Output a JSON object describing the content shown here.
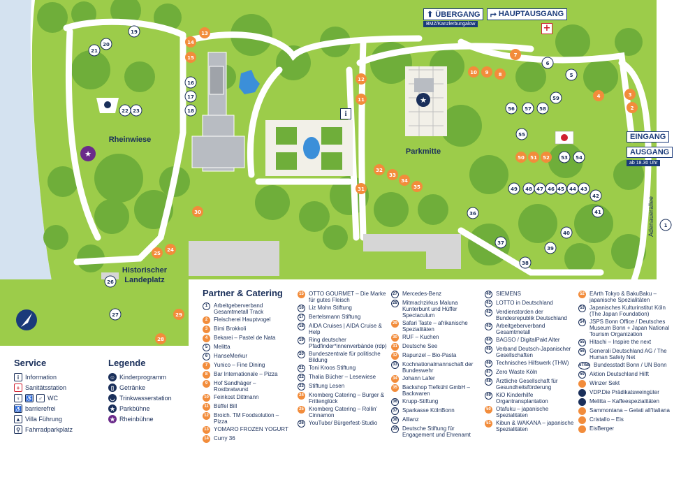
{
  "map": {
    "areas": {
      "rheinwiese": "Rheinwiese",
      "parkmitte": "Parkmitte",
      "landeplatz_1": "Historischer",
      "landeplatz_2": "Landeplatz"
    },
    "street": "Adenauerallee",
    "signs": {
      "uebergang": "ÜBERGANG",
      "uebergang_sub": "BMZ/Kanzlerbungalow",
      "hauptausgang": "HAUPTAUSGANG",
      "eingang": "EINGANG",
      "ausgang": "AUSGANG",
      "ausgang_sub": "ab 18.30 Uhr"
    },
    "markers": {
      "orange": [
        "13",
        "14",
        "15",
        "12",
        "11",
        "30",
        "29",
        "28",
        "31",
        "32",
        "33",
        "34",
        "35",
        "25",
        "24",
        "10",
        "9",
        "8",
        "7",
        "4",
        "3",
        "2",
        "50",
        "51",
        "52"
      ],
      "white": [
        "19",
        "20",
        "21",
        "16",
        "17",
        "18",
        "22",
        "23",
        "27",
        "26",
        "36",
        "37",
        "38",
        "39",
        "40",
        "41",
        "42",
        "43",
        "44",
        "45",
        "46",
        "47",
        "48",
        "49",
        "53",
        "54",
        "55",
        "56",
        "57",
        "58",
        "59",
        "6",
        "5",
        "1"
      ]
    }
  },
  "service": {
    "title": "Service",
    "items": [
      {
        "icon": "i",
        "label": "Information"
      },
      {
        "icon": "+",
        "label": "Sanitätsstation"
      },
      {
        "icon": "wc",
        "label": "WC"
      },
      {
        "icon": "♿",
        "label": "barrierefrei"
      },
      {
        "icon": "▲",
        "label": "Villa Führung"
      },
      {
        "icon": "⚲",
        "label": "Fahrradparkplatz"
      }
    ]
  },
  "legende": {
    "title": "Legende",
    "items": [
      {
        "label": "Kinderprogramm"
      },
      {
        "label": "Getränke"
      },
      {
        "label": "Trinkwasserstation"
      },
      {
        "label": "Parkbühne"
      },
      {
        "label": "Rheinbühne"
      }
    ]
  },
  "partner": {
    "title": "Partner & Catering",
    "col1": [
      {
        "n": "1",
        "t": "w",
        "label": "Arbeitgeberverband Gesamtmetall Track"
      },
      {
        "n": "2",
        "t": "o",
        "label": "Fleischerei Hauptvogel"
      },
      {
        "n": "3",
        "t": "o",
        "label": "Bimi Brokkoli"
      },
      {
        "n": "4",
        "t": "o",
        "label": "Bekarei – Pastel de Nata"
      },
      {
        "n": "5",
        "t": "w",
        "label": "Melitta"
      },
      {
        "n": "6",
        "t": "w",
        "label": "HanseMerkur"
      },
      {
        "n": "7",
        "t": "o",
        "label": "Yunico – Fine Dining"
      },
      {
        "n": "8",
        "t": "o",
        "label": "Bar Internationale – Pizza"
      },
      {
        "n": "9",
        "t": "o",
        "label": "Hof Sandhäger – Rostbratwurst"
      },
      {
        "n": "10",
        "t": "o",
        "label": "Feinkost Dittmann"
      },
      {
        "n": "11",
        "t": "o",
        "label": "Büffel Bill"
      },
      {
        "n": "12",
        "t": "o",
        "label": "Broich. TM Foodsolution – Pizza"
      },
      {
        "n": "13",
        "t": "o",
        "label": "YOMARO FROZEN YOGURT"
      },
      {
        "n": "14",
        "t": "o",
        "label": "Curry 36"
      }
    ],
    "col2": [
      {
        "n": "15",
        "t": "o",
        "label": "OTTO GOURMET – Die Marke für gutes Fleisch"
      },
      {
        "n": "16",
        "t": "w",
        "label": "Liz Mohn Stiftung"
      },
      {
        "n": "17",
        "t": "w",
        "label": "Bertelsmann Stiftung"
      },
      {
        "n": "18",
        "t": "w",
        "label": "AIDA Cruises | AIDA Cruise & Help"
      },
      {
        "n": "19",
        "t": "w",
        "label": "Ring deutscher Pfadfinder*innenverbände (rdp)"
      },
      {
        "n": "20",
        "t": "w",
        "label": "Bundeszentrale für politische Bildung"
      },
      {
        "n": "21",
        "t": "w",
        "label": "Toni Kroos Stiftung"
      },
      {
        "n": "22",
        "t": "w",
        "label": "Thalia Bücher – Lesewiese"
      },
      {
        "n": "23",
        "t": "w",
        "label": "Stiftung Lesen"
      },
      {
        "n": "24",
        "t": "o",
        "label": "Kromberg Catering – Burger & Frittenglück"
      },
      {
        "n": "25",
        "t": "o",
        "label": "Kromberg Catering – Rollin' Cinnamon"
      },
      {
        "n": "26",
        "t": "w",
        "label": "YouTube/ Bürgerfest-Studio"
      }
    ],
    "col3": [
      {
        "n": "27",
        "t": "w",
        "label": "Mercedes-Benz"
      },
      {
        "n": "28",
        "t": "w",
        "label": "Mitmachzirkus Maluna Kunterbunt und Hüffer Spectaculum"
      },
      {
        "n": "29",
        "t": "o",
        "label": "Safari Taste – afrikanische Spezialitäten"
      },
      {
        "n": "30",
        "t": "o",
        "label": "RUF – Kuchen"
      },
      {
        "n": "31",
        "t": "o",
        "label": "Deutsche See"
      },
      {
        "n": "32",
        "t": "o",
        "label": "Rapunzel – Bio-Pasta"
      },
      {
        "n": "33",
        "t": "w",
        "label": "Kochnationalmannschaft der Bundeswehr"
      },
      {
        "n": "34",
        "t": "o",
        "label": "Johann Lafer"
      },
      {
        "n": "35",
        "t": "o",
        "label": "Backshop Tiefkühl GmbH – Backwaren"
      },
      {
        "n": "36",
        "t": "w",
        "label": "Krupp-Stiftung"
      },
      {
        "n": "37",
        "t": "w",
        "label": "Sparkasse KölnBonn"
      },
      {
        "n": "38",
        "t": "w",
        "label": "Allianz"
      },
      {
        "n": "39",
        "t": "w",
        "label": "Deutsche Stiftung für Engagement und Ehrenamt"
      }
    ],
    "col4": [
      {
        "n": "40",
        "t": "w",
        "label": "SIEMENS"
      },
      {
        "n": "41",
        "t": "w",
        "label": "LOTTO in Deutschland"
      },
      {
        "n": "42",
        "t": "w",
        "label": "Verdienstorden der Bundesrepublik Deutschland"
      },
      {
        "n": "43",
        "t": "w",
        "label": "Arbeitgeberverband Gesamtmetall"
      },
      {
        "n": "44",
        "t": "w",
        "label": "BAGSO / DigitalPakt Alter"
      },
      {
        "n": "45",
        "t": "w",
        "label": "Verband Deutsch-Japanischer Gesellschaften"
      },
      {
        "n": "46",
        "t": "w",
        "label": "Technisches Hilfswerk (THW)"
      },
      {
        "n": "47",
        "t": "w",
        "label": "Zero Waste Köln"
      },
      {
        "n": "48",
        "t": "w",
        "label": "Ärztliche Gesellschaft für Gesundheitsförderung"
      },
      {
        "n": "49",
        "t": "w",
        "label": "KiO Kinderhilfe Organtransplantation"
      },
      {
        "n": "50",
        "t": "o",
        "label": "Otafuku – japanische Spezialitäten"
      },
      {
        "n": "51",
        "t": "o",
        "label": "Kibun & WAKANA – japanische Spezialitäten"
      }
    ],
    "col5": [
      {
        "n": "52",
        "t": "o",
        "label": "EArth Tokyo & BakuBaku – japanische Spezialitäten"
      },
      {
        "n": "53",
        "t": "w",
        "label": "Japanisches Kulturinstitut Köln (The Japan Foundation)"
      },
      {
        "n": "54",
        "t": "w",
        "label": "JSPS Bonn Office / Deutsches Museum Bonn + Japan National Tourism Organization"
      },
      {
        "n": "55",
        "t": "w",
        "label": "Hitachi – Inspire the next"
      },
      {
        "n": "56",
        "t": "w",
        "label": "Generali Deutschland AG / The Human Safety Net"
      },
      {
        "n": "57/58",
        "t": "w",
        "label": "Bundesstadt Bonn / UN Bonn"
      },
      {
        "n": "59",
        "t": "w",
        "label": "Aktion Deutschland Hilft"
      },
      {
        "n": "",
        "t": "o",
        "label": "Winzer Sekt"
      },
      {
        "n": "",
        "t": "i",
        "label": "VDP.Die Prädikatsweingüter"
      },
      {
        "n": "",
        "t": "i",
        "label": "Melitta – Kaffeespezialitäten"
      },
      {
        "n": "",
        "t": "o",
        "label": "Sammontana – Gelati all'Italiana"
      },
      {
        "n": "",
        "t": "o",
        "label": "Cristallo – Eis"
      },
      {
        "n": "",
        "t": "o",
        "label": "EisBerger"
      }
    ]
  },
  "colors": {
    "grass": "#9ccc4a",
    "trees": "#6fae3a",
    "path": "#ffffff",
    "river": "#d4e2f0",
    "navy": "#1a2f5a",
    "orange": "#f28c3b"
  }
}
